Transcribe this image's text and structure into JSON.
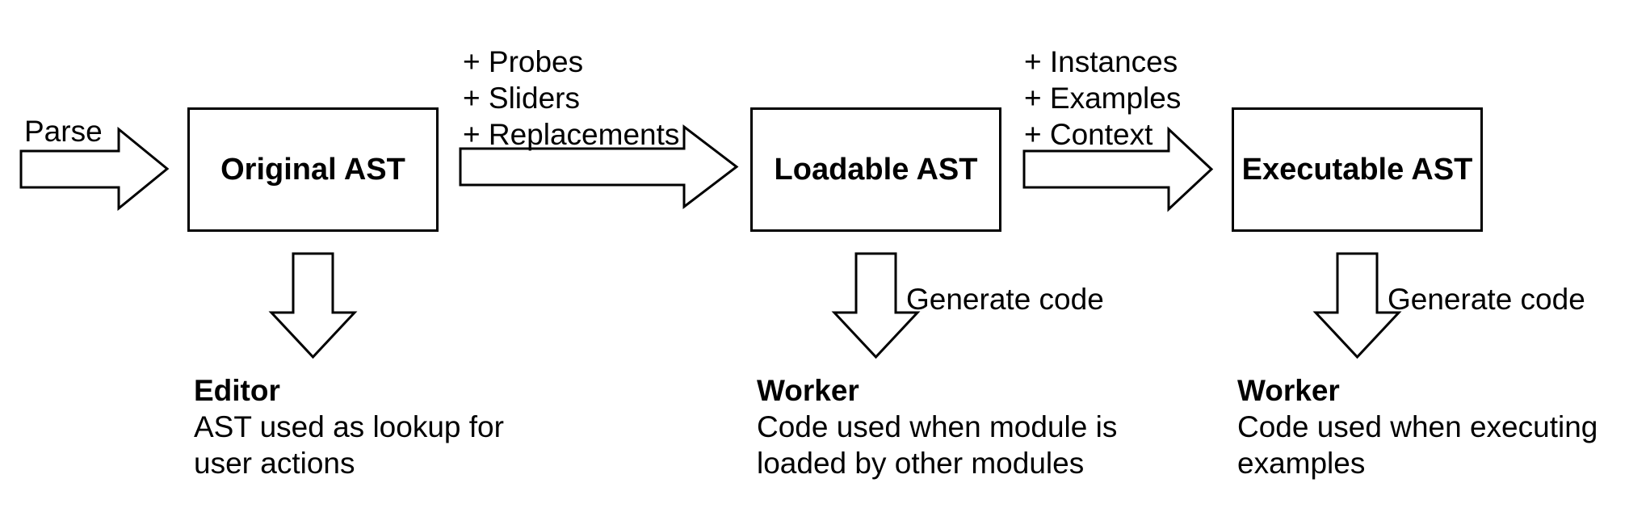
{
  "diagram": {
    "colors": {
      "stroke": "#000000",
      "background": "#ffffff"
    },
    "parse_label": "Parse",
    "boxes": {
      "original": "Original AST",
      "loadable": "Loadable AST",
      "executable": "Executable AST"
    },
    "transition_to_loadable": {
      "annotations": [
        "+ Probes",
        "+ Sliders",
        "+ Replacements"
      ]
    },
    "transition_to_executable": {
      "annotations": [
        "+ Instances",
        "+ Examples",
        "+ Context"
      ]
    },
    "generate_code_labels": [
      "Generate code",
      "Generate code"
    ],
    "outputs": [
      {
        "title": "Editor",
        "lines": [
          "AST used as lookup for",
          "user actions"
        ]
      },
      {
        "title": "Worker",
        "lines": [
          "Code used when module is",
          "loaded by other modules"
        ]
      },
      {
        "title": "Worker",
        "lines": [
          "Code used when executing",
          "examples"
        ]
      }
    ]
  }
}
